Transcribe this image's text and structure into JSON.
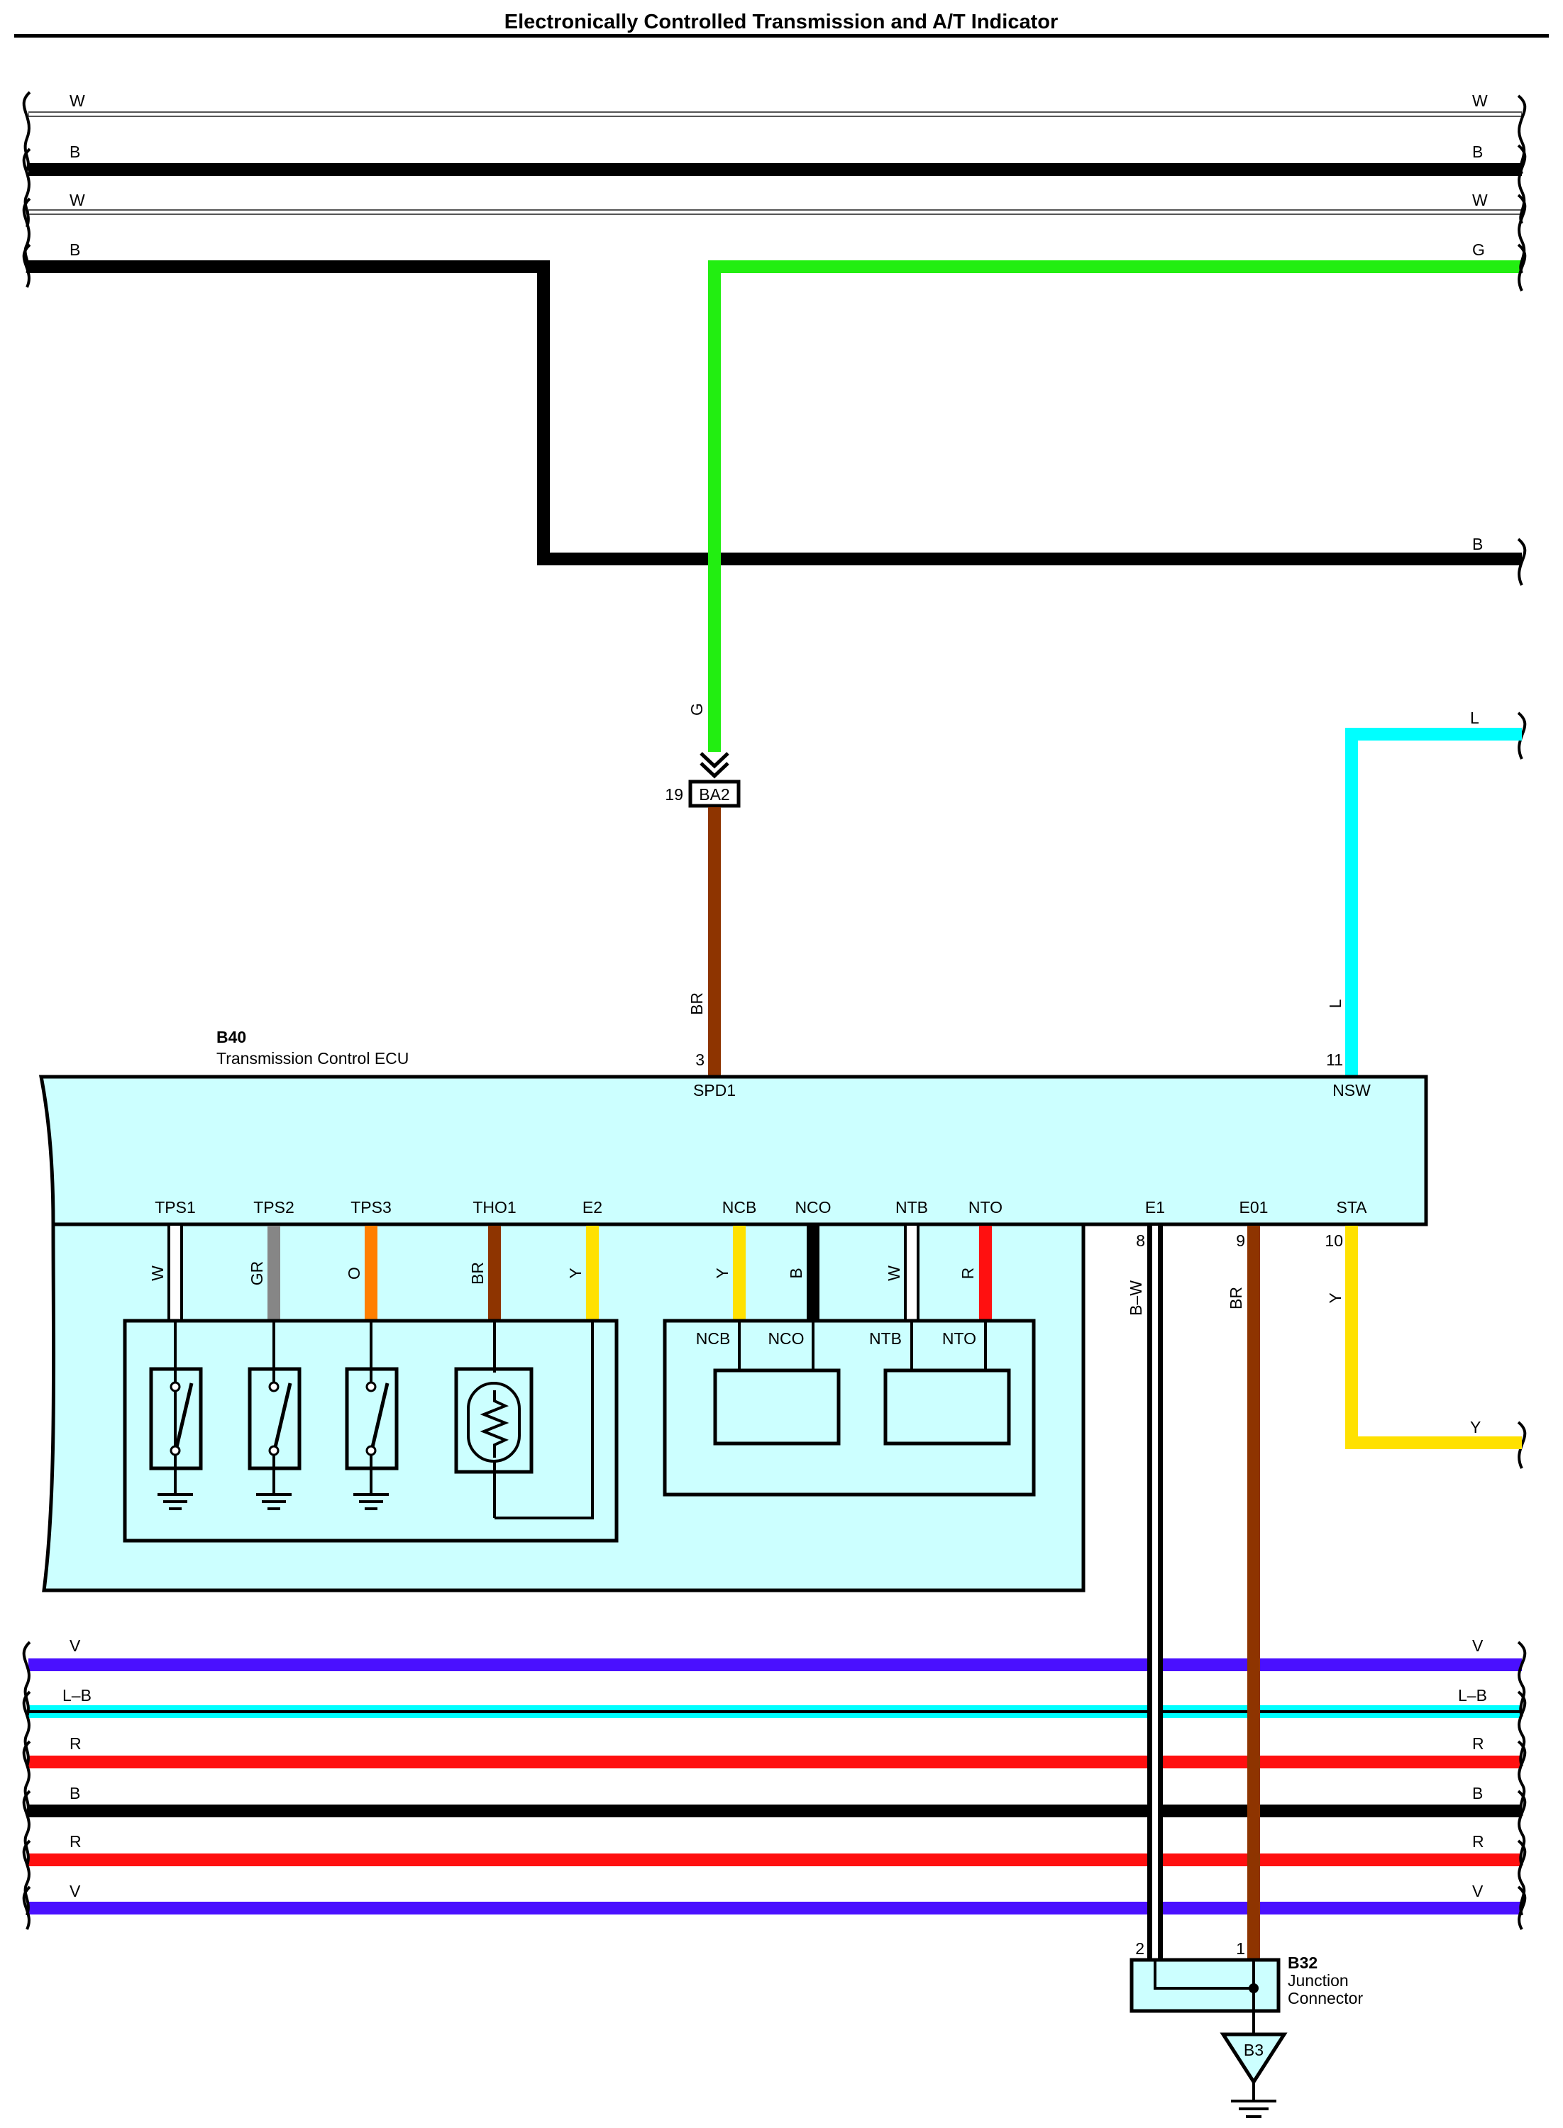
{
  "title": "Electronically Controlled Transmission and A/T Indicator",
  "colors": {
    "W": "#ffffff",
    "B": "#000000",
    "G": "#22ee11",
    "BR": "#8e3400",
    "L": "#00ffff",
    "Y": "#ffe100",
    "V": "#4a10ff",
    "R": "#ff1010",
    "GR": "#868686",
    "O": "#ff7f00",
    "ecu_fill": "#ccffff"
  },
  "top_wires": [
    {
      "left": "W",
      "right": "W"
    },
    {
      "left": "B",
      "right": "B"
    },
    {
      "left": "W",
      "right": "W"
    },
    {
      "left": "B",
      "right": "G"
    }
  ],
  "wire_labels": {
    "b_right": "B",
    "g_vertical": "G",
    "br_vertical": "BR",
    "l_vertical": "L",
    "l_right": "L",
    "y_right": "Y",
    "bw_vertical": "B–W",
    "e01_vertical": "BR",
    "sta_vertical": "Y"
  },
  "connector_ba2": {
    "pin": "19",
    "name": "BA2"
  },
  "ecu": {
    "code": "B40",
    "name": "Transmission Control ECU",
    "top_pins": [
      {
        "pin": "3",
        "name": "SPD1"
      },
      {
        "pin": "11",
        "name": "NSW"
      }
    ],
    "bottom_terminals": [
      {
        "name": "TPS1",
        "wire": "W"
      },
      {
        "name": "TPS2",
        "wire": "GR"
      },
      {
        "name": "TPS3",
        "wire": "O"
      },
      {
        "name": "THO1",
        "wire": "BR"
      },
      {
        "name": "E2",
        "wire": "Y"
      },
      {
        "name": "NCB",
        "wire": "Y"
      },
      {
        "name": "NCO",
        "wire": "B"
      },
      {
        "name": "NTB",
        "wire": "W"
      },
      {
        "name": "NTO",
        "wire": "R"
      }
    ],
    "right_terminals": [
      {
        "name": "E1",
        "pin": "8"
      },
      {
        "name": "E01",
        "pin": "9"
      },
      {
        "name": "STA",
        "pin": "10"
      }
    ],
    "sensor_labels": [
      "NCB",
      "NCO",
      "NTB",
      "NTO"
    ]
  },
  "bottom_wires": [
    {
      "left": "V",
      "right": "V"
    },
    {
      "left": "L–B",
      "right": "L–B"
    },
    {
      "left": "R",
      "right": "R"
    },
    {
      "left": "B",
      "right": "B"
    },
    {
      "left": "R",
      "right": "R"
    },
    {
      "left": "V",
      "right": "V"
    }
  ],
  "junction": {
    "code": "B32",
    "name_line1": "Junction",
    "name_line2": "Connector",
    "pins": [
      "2",
      "1"
    ]
  },
  "ground_point": "B3"
}
